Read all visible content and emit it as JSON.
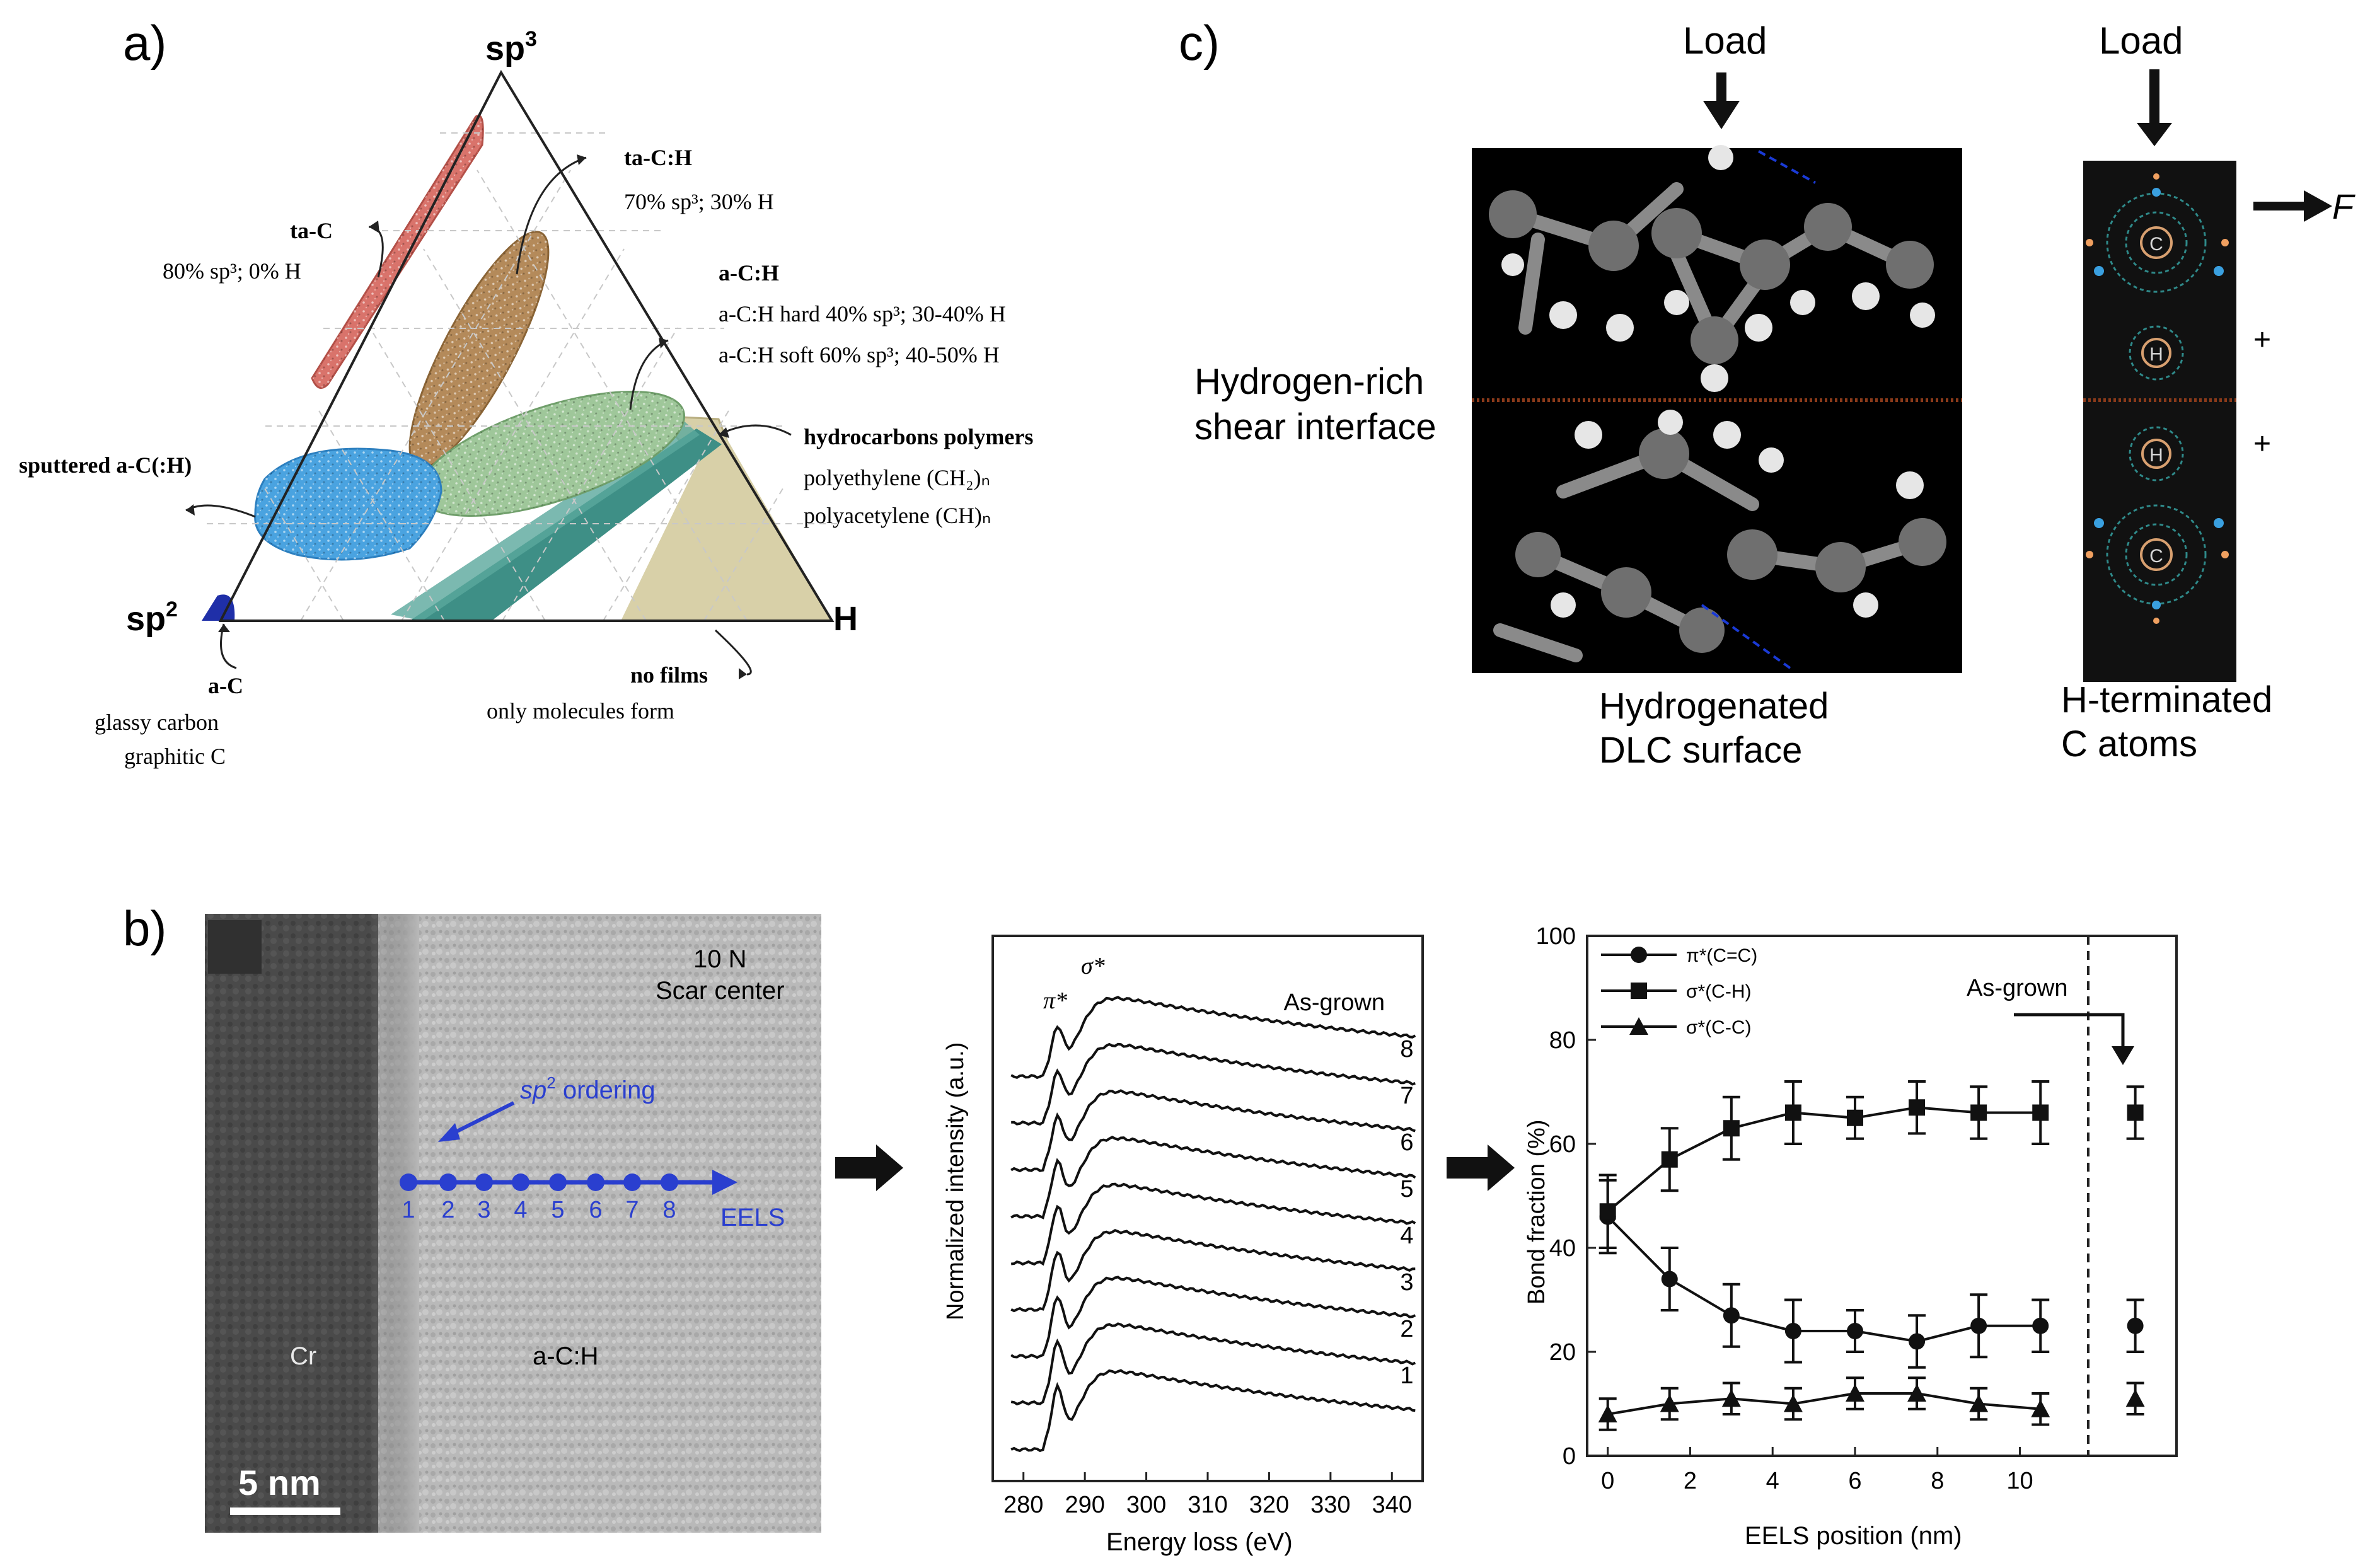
{
  "panel_labels": {
    "a": "a)",
    "b": "b)",
    "c": "c)"
  },
  "ternary": {
    "vertices": {
      "top": "sp",
      "top_sup": "3",
      "left": "sp",
      "left_sup": "2",
      "right": "H"
    },
    "labels": {
      "ta_c_name": "ta-C",
      "ta_c_desc": "80% sp³; 0% H",
      "ta_ch_name": "ta-C:H",
      "ta_ch_desc": "70% sp³; 30% H",
      "ach_name": "a-C:H",
      "ach_hard": "a-C:H hard 40% sp³; 30-40% H",
      "ach_soft": "a-C:H soft 60% sp³; 40-50% H",
      "hydro_name": "hydrocarbons polymers",
      "hydro_pe": "polyethylene (CH₂)ₙ",
      "hydro_pa": "polyacetylene (CH)ₙ",
      "sputtered": "sputtered a-C(:H)",
      "ac_name": "a-C",
      "ac_glassy": "glassy carbon",
      "ac_graphitic": "graphitic C",
      "nofilms_name": "no films",
      "nofilms_desc": "only molecules form"
    },
    "colors": {
      "ta_c": "#d9736b",
      "ta_ch": "#b48a5a",
      "ach": "#9fc79a",
      "sputtered": "#4aa3e0",
      "hydro": "#3e8f86",
      "nofilms": "#d8d0a8",
      "ac": "#1f2fa8"
    }
  },
  "tem": {
    "force": "10 N",
    "location": "Scar center",
    "ordering_label_pre": "sp",
    "ordering_label_sup": "2",
    "ordering_label_post": " ordering",
    "points": [
      "1",
      "2",
      "3",
      "4",
      "5",
      "6",
      "7",
      "8"
    ],
    "eels_label": "EELS",
    "cr_label": "Cr",
    "ach_label": "a-C:H",
    "scalebar": "5 nm",
    "accent": "#2a3fcf"
  },
  "eels_chart": {
    "peak_pi": "π*",
    "peak_sigma": "σ*",
    "ylabel": "Normalized intensity (a.u.)",
    "xlabel": "Energy loss (eV)",
    "xticks": [
      "280",
      "290",
      "300",
      "310",
      "320",
      "330",
      "340"
    ],
    "spectra": [
      "1",
      "2",
      "3",
      "4",
      "5",
      "6",
      "7",
      "8",
      "As-grown"
    ]
  },
  "chart_data": {
    "type": "scatter",
    "xlabel": "EELS position (nm)",
    "ylabel": "Bond fraction (%)",
    "xlim": [
      -0.5,
      13.8
    ],
    "ylim": [
      0,
      100
    ],
    "xticks": [
      0,
      2,
      4,
      6,
      8,
      10
    ],
    "yticks": [
      0,
      20,
      40,
      60,
      80,
      100
    ],
    "annotation": "As-grown",
    "x": [
      0,
      1.5,
      3,
      4.5,
      6,
      7.5,
      9,
      10.5
    ],
    "as_grown_x": 12.8,
    "series": [
      {
        "name": "π*(C=C)",
        "marker": "circle",
        "values": [
          46,
          34,
          27,
          24,
          24,
          22,
          25,
          25
        ],
        "errors": [
          7,
          6,
          6,
          6,
          4,
          5,
          6,
          5
        ],
        "as_grown": 25,
        "as_grown_err": 5
      },
      {
        "name": "σ*(C-H)",
        "marker": "square",
        "values": [
          47,
          57,
          63,
          66,
          65,
          67,
          66,
          66
        ],
        "errors": [
          7,
          6,
          6,
          6,
          4,
          5,
          5,
          6
        ],
        "as_grown": 66,
        "as_grown_err": 5
      },
      {
        "name": "σ*(C-C)",
        "marker": "triangle",
        "values": [
          8,
          10,
          11,
          10,
          12,
          12,
          10,
          9
        ],
        "errors": [
          3,
          3,
          3,
          3,
          3,
          3,
          3,
          3
        ],
        "as_grown": 11,
        "as_grown_err": 3
      }
    ],
    "grid": false,
    "legend": "top-left"
  },
  "mechanism": {
    "load_left": "Load",
    "load_right": "Load",
    "interface_label_1": "Hydrogen-rich",
    "interface_label_2": "shear interface",
    "surface_label_1": "Hydrogenated",
    "surface_label_2": "DLC surface",
    "atoms_label_1": "H-terminated",
    "atoms_label_2": "C atoms",
    "force_label": "F",
    "plus": "+",
    "atom_c": "C",
    "atom_h": "H",
    "interface_color": "#8a3a1a"
  }
}
